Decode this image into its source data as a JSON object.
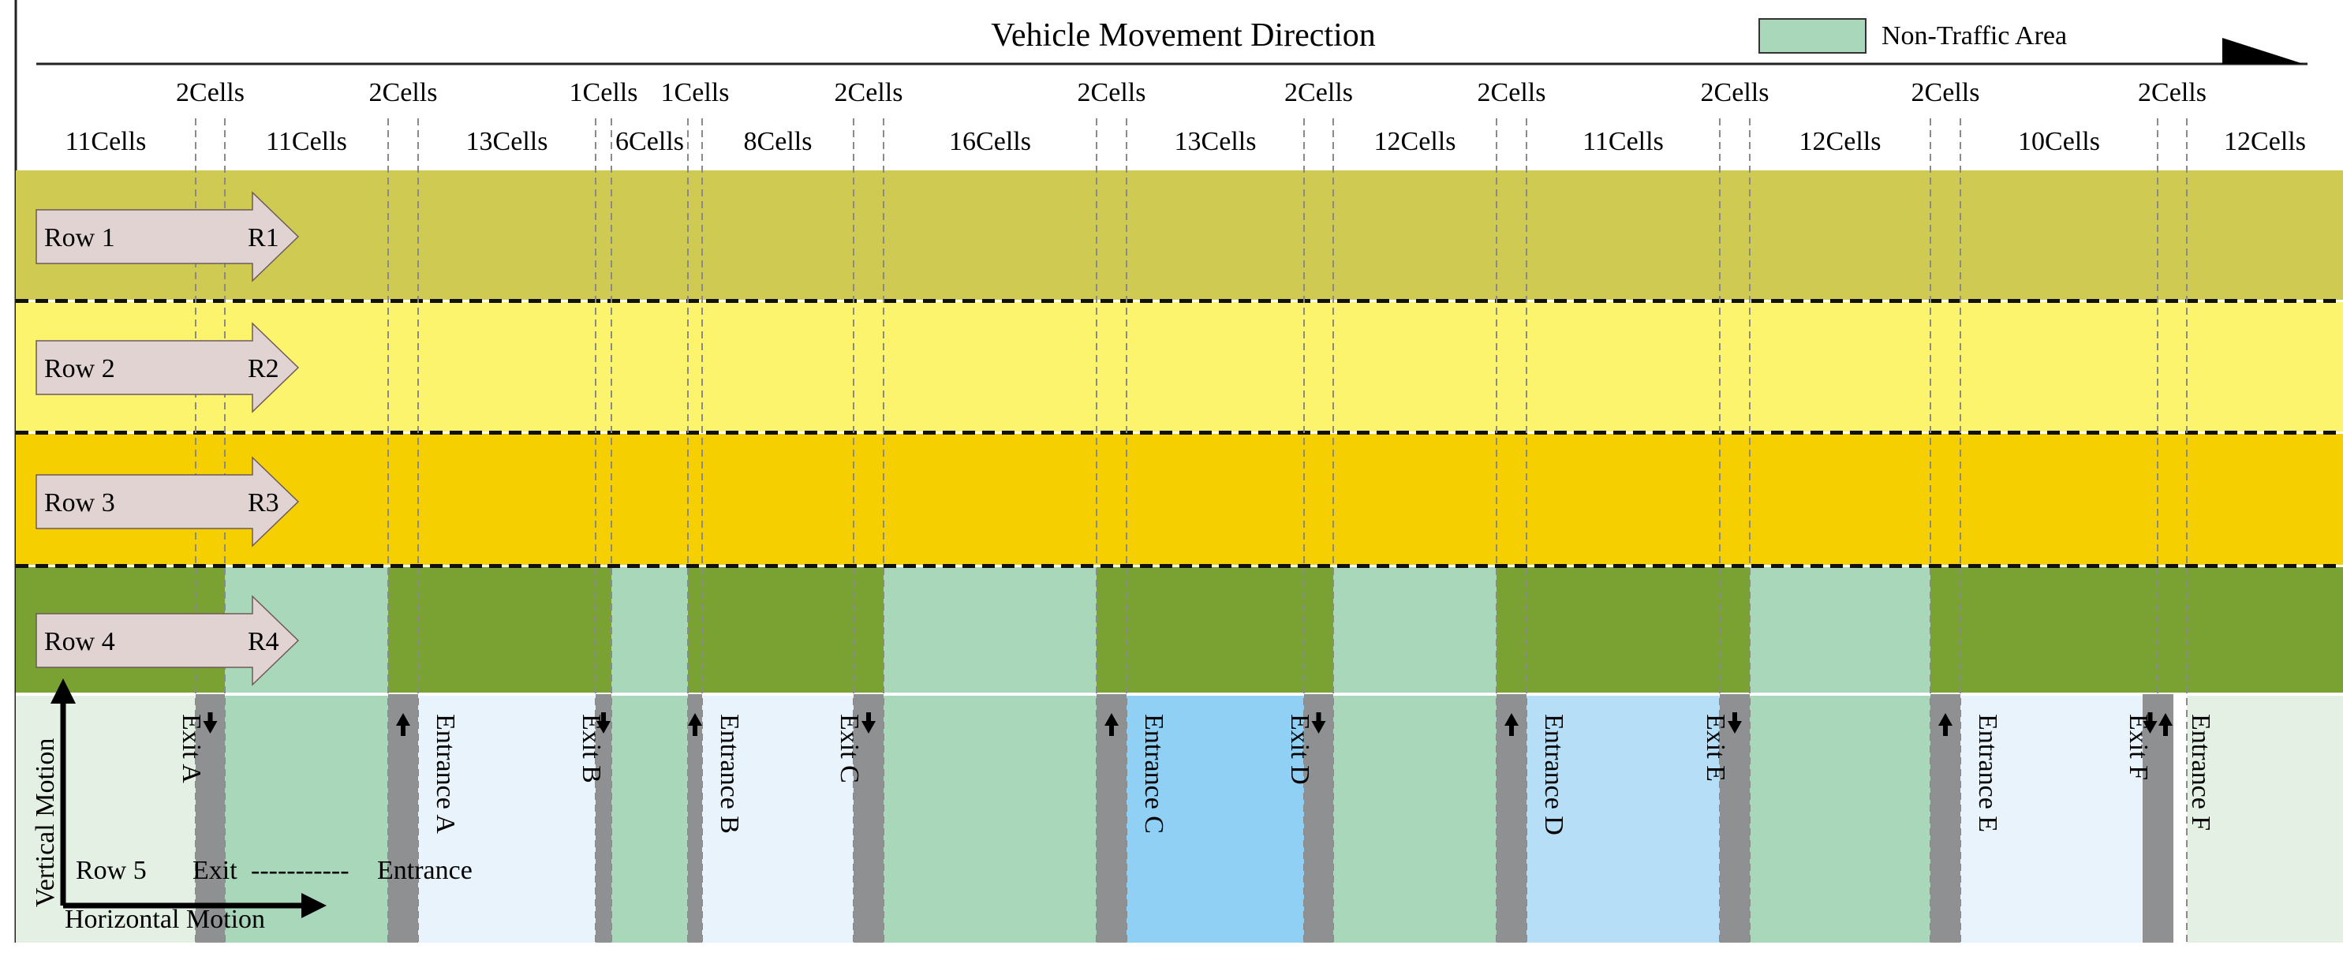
{
  "header": {
    "title": "Vehicle Movement Direction",
    "legend_label": "Non-Traffic Area",
    "legend_color": "#a8d8b9"
  },
  "segments": [
    {
      "label": "11Cells",
      "cells": 11
    },
    {
      "label": "2Cells",
      "cells": 2
    },
    {
      "label": "11Cells",
      "cells": 11
    },
    {
      "label": "2Cells",
      "cells": 2
    },
    {
      "label": "13Cells",
      "cells": 13
    },
    {
      "label": "1Cells",
      "cells": 1
    },
    {
      "label": "6Cells",
      "cells": 6
    },
    {
      "label": "1Cells",
      "cells": 1
    },
    {
      "label": "8Cells",
      "cells": 8
    },
    {
      "label": "2Cells",
      "cells": 2
    },
    {
      "label": "16Cells",
      "cells": 16
    },
    {
      "label": "2Cells",
      "cells": 2
    },
    {
      "label": "13Cells",
      "cells": 13
    },
    {
      "label": "2Cells",
      "cells": 2
    },
    {
      "label": "12Cells",
      "cells": 12
    },
    {
      "label": "2Cells",
      "cells": 2
    },
    {
      "label": "11Cells",
      "cells": 11
    },
    {
      "label": "2Cells",
      "cells": 2
    },
    {
      "label": "12Cells",
      "cells": 12
    },
    {
      "label": "2Cells",
      "cells": 2
    },
    {
      "label": "10Cells",
      "cells": 10
    },
    {
      "label": "2Cells",
      "cells": 2
    },
    {
      "label": "12Cells",
      "cells": 12
    }
  ],
  "rows": [
    {
      "label": "Row 1",
      "tag": "R1",
      "color": "#cfcb52"
    },
    {
      "label": "Row 2",
      "tag": "R2",
      "color": "#fdf46e"
    },
    {
      "label": "Row 3",
      "tag": "R3",
      "color": "#f5cf00"
    },
    {
      "label": "Row 4",
      "tag": "R4",
      "color": "#7aa232"
    }
  ],
  "row5": {
    "label": "Row 5",
    "exit_word": "Exit",
    "dashes": "-----------",
    "entrance_word": "Entrance"
  },
  "axes": {
    "vertical": "Vertical Motion",
    "horizontal": "Horizontal Motion"
  },
  "ramps": [
    {
      "label": "Exit A",
      "dir": "down"
    },
    {
      "label": "Entrance A",
      "dir": "up"
    },
    {
      "label": "Exit B",
      "dir": "down"
    },
    {
      "label": "Entrance B",
      "dir": "up"
    },
    {
      "label": "Exit C",
      "dir": "down"
    },
    {
      "label": "Entrance C",
      "dir": "up"
    },
    {
      "label": "Exit D",
      "dir": "down"
    },
    {
      "label": "Entrance D",
      "dir": "up"
    },
    {
      "label": "Exit E",
      "dir": "down"
    },
    {
      "label": "Entrance E",
      "dir": "up"
    },
    {
      "label": "Exit F",
      "dir": "down"
    },
    {
      "label": "Entrance F",
      "dir": "up"
    }
  ],
  "colors": {
    "non_traffic": "#a8d8b9",
    "row5_light": "#e8f3fc",
    "row5_blue": "#8fd0f4",
    "row5_mid": "#b6def7",
    "row5_edge": "#e4f0e4",
    "ramp_gray": "#8f9092",
    "arrow_fill": "#e2d3d3"
  }
}
